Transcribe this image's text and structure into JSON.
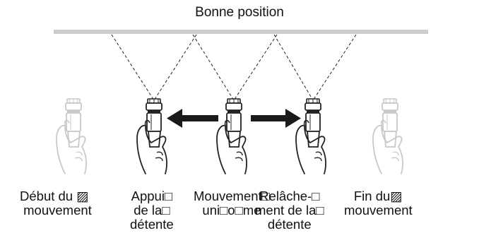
{
  "diagram": {
    "title": "Bonne position",
    "labels": [
      "Début du ▨\n mouvement",
      "Appui□\nde la□\ndétente",
      "Mouvement□\nuni□o□me",
      "Relâche-□\nment de la□\ndétente",
      "Fin du▨\nmouvement"
    ]
  },
  "colors": {
    "line": "#222222",
    "plate": "#cccccc",
    "faded": "#c8c8c8",
    "arrow": "#1a1a1a"
  },
  "icons": [
    "spray-gun-in-hand-icon",
    "arrow-left-icon",
    "arrow-right-icon",
    "spray-cone-lines"
  ]
}
